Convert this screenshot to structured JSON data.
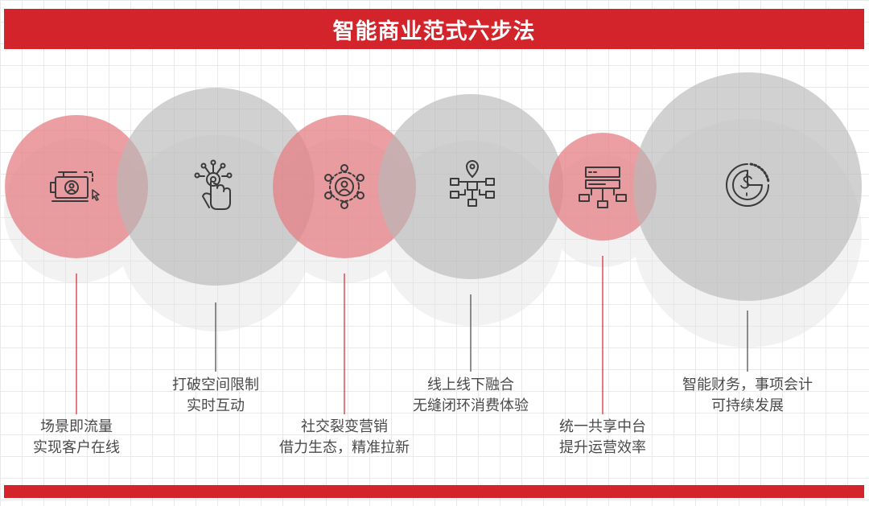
{
  "title": "智能商业范式六步法",
  "colors": {
    "red": "#d3232b",
    "pink": "#e57f84",
    "gray": "#b7b8b7",
    "icon": "#3a3a3a"
  },
  "steps": [
    {
      "icon": "camera-screen-icon",
      "line1": "场景即流量",
      "line2": "实现客户在线"
    },
    {
      "icon": "touch-hand-icon",
      "line1": "打破空间限制",
      "line2": "实时互动"
    },
    {
      "icon": "social-network-icon",
      "line1": "社交裂变营销",
      "line2": "借力生态，精准拉新"
    },
    {
      "icon": "location-network-icon",
      "line1": "线上线下融合",
      "line2": "无缝闭环消费体验"
    },
    {
      "icon": "sitemap-icon",
      "line1": "统一共享中台",
      "line2": "提升运营效率"
    },
    {
      "icon": "dollar-chart-icon",
      "line1": "智能财务，事项会计",
      "line2": "可持续发展"
    }
  ]
}
